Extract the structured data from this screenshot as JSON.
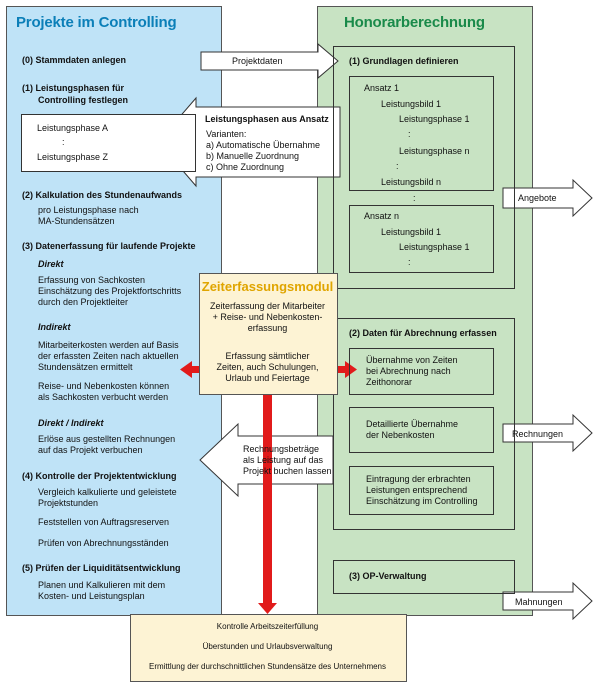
{
  "left": {
    "title": "Projekte im Controlling",
    "s0": "(0)   Stammdaten anlegen",
    "s1a": "(1)   Leistungsphasen für",
    "s1b": "Controlling festlegen",
    "lp_box": {
      "a": "Leistungsphase A",
      "colon": ":",
      "z": "Leistungsphase Z"
    },
    "s2": "(2)   Kalkulation des Stundenaufwands",
    "s2_sub1": "pro Leistungsphase nach",
    "s2_sub2": "MA-Stundensätzen",
    "s3": "(3)   Datenerfassung für laufende Projekte",
    "direkt": "Direkt",
    "direkt_t1": "Erfassung von Sachkosten",
    "direkt_t2": "Einschätzung des Projektfortschritts",
    "direkt_t3": "durch den Projektleiter",
    "indirekt": "Indirekt",
    "indirekt_t1": "Mitarbeiterkosten werden auf Basis",
    "indirekt_t2": "der erfassten Zeiten nach aktuellen",
    "indirekt_t3": "Stundensätzen ermittelt",
    "indirekt_t4": "Reise- und Nebenkosten können",
    "indirekt_t5": "als Sachkosten verbucht werden",
    "di": "Direkt / Indirekt",
    "di_t1": "Erlöse aus gestellten Rechnungen",
    "di_t2": "auf das Projekt verbuchen",
    "s4": "(4)   Kontrolle der Projektentwicklung",
    "s4_t1": "Vergleich kalkulierte und geleistete",
    "s4_t2": "Projektstunden",
    "s4_t3": "Feststellen von Auftragsreserven",
    "s4_t4": "Prüfen von Abrechnungsständen",
    "s5": "(5)   Prüfen der Liquiditätsentwicklung",
    "s5_t1": "Planen und Kalkulieren mit dem",
    "s5_t2": "Kosten- und Leistungsplan"
  },
  "right": {
    "title": "Honorarberechnung",
    "g1": "(1)   Grundlagen definieren",
    "ansatz1": {
      "title": "Ansatz 1",
      "lb1": "Leistungsbild 1",
      "lp1": "Leistungsphase 1",
      "colon1": ":",
      "lpn": "Leistungsphase n",
      "colon2": ":",
      "lbn": "Leistungsbild n"
    },
    "colon_between": ":",
    "ansatzn": {
      "title": "Ansatz n",
      "lb1": "Leistungsbild 1",
      "lp1": "Leistungsphase 1",
      "colon1": ":"
    },
    "g2": "(2)   Daten für Abrechnung erfassen",
    "box_a": [
      "Übernahme von Zeiten",
      "bei Abrechnung nach",
      "Zeithonorar"
    ],
    "box_b": [
      "Detaillierte Übernahme",
      "der Nebenkosten"
    ],
    "box_c": [
      "Eintragung der erbrachten",
      "Leistungen entsprechend",
      "Einschätzung im Controlling"
    ],
    "g3": "(3)   OP-Verwaltung"
  },
  "arrows": {
    "projektdaten": "Projektdaten",
    "angebote": "Angebote",
    "rechnungen": "Rechnungen",
    "mahnungen": "Mahnungen",
    "lp_ansatz": {
      "title": "Leistungsphasen aus Ansatz",
      "varianten": "Varianten:",
      "a": "a)  Automatische Übernahme",
      "b": "b)  Manuelle Zuordnung",
      "c": "c)  Ohne Zuordnung"
    },
    "rechnungsbetraege": [
      "Rechnungsbeträge",
      "als Leistung auf das",
      "Projekt buchen lassen"
    ]
  },
  "zeiterfassung": {
    "title": "Zeiterfassungsmodul",
    "t1": "Zeiterfassung der Mitarbeiter",
    "t2": "+ Reise- und Nebenkosten-",
    "t3": "erfassung",
    "t4": "Erfassung sämtlicher",
    "t5": "Zeiten, auch Schulungen,",
    "t6": "Urlaub und Feiertage"
  },
  "bottom": {
    "l1": "Kontrolle Arbeitszeiterfüllung",
    "l2": "Überstunden und Urlaubsverwaltung",
    "l3": "Ermittlung der durchschnittlichen Stundensätze des Unternehmens"
  },
  "colors": {
    "left_bg": "#bfe3f7",
    "right_bg": "#c8e3c3",
    "cream": "#fdf3d4",
    "red_arrow": "#e11b1b",
    "title_blue": "#0b7fb8",
    "title_green": "#1a8a4a",
    "zeit_title": "#e0a500"
  }
}
